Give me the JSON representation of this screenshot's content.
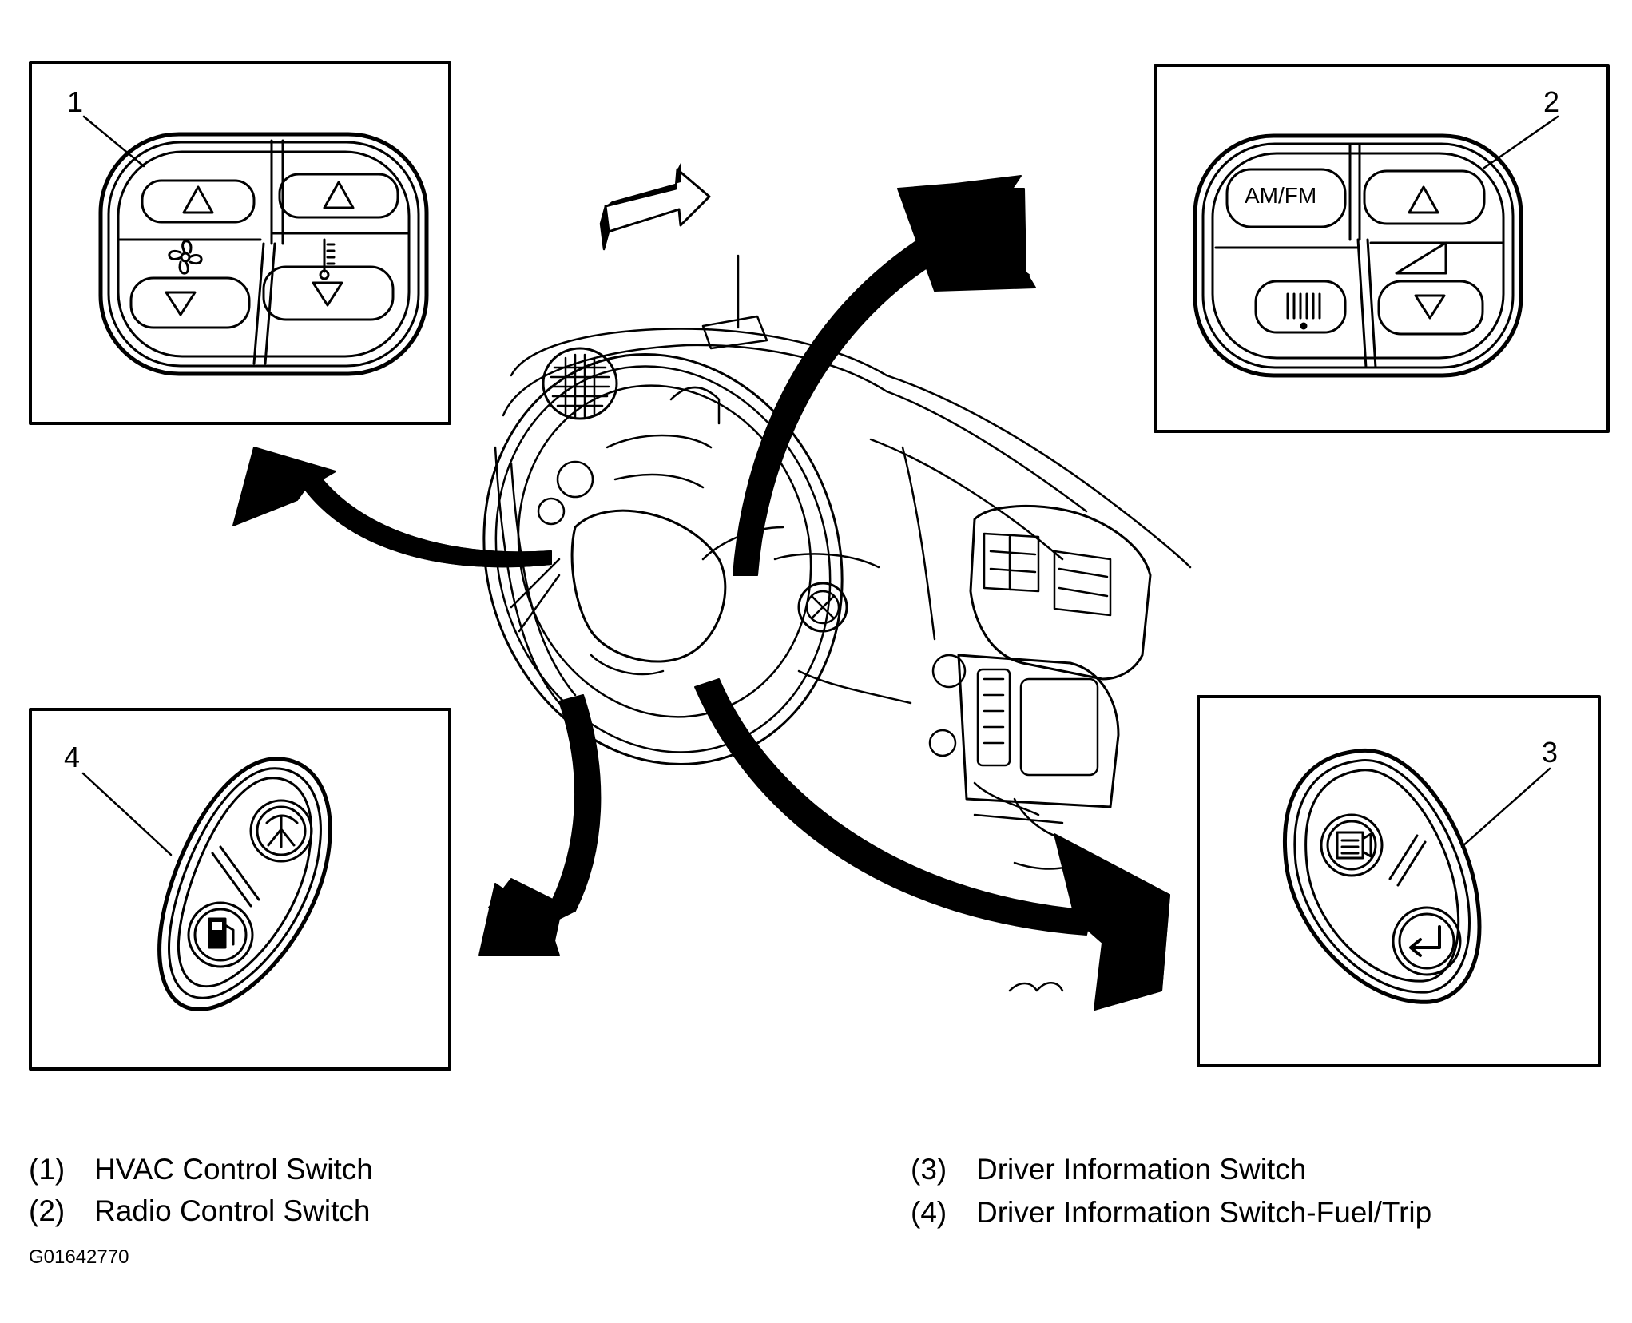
{
  "callouts": {
    "c1": "1",
    "c2": "2",
    "c3": "3",
    "c4": "4"
  },
  "radio_button_label": "AM/FM",
  "icons": {
    "panel1": [
      "up-triangle-icon",
      "up-triangle-icon",
      "fan-icon",
      "thermometer-icon",
      "down-triangle-icon",
      "down-triangle-icon"
    ],
    "panel2": [
      "up-triangle-icon",
      "volume-ramp-icon",
      "seek-icon",
      "down-triangle-icon"
    ],
    "panel3": [
      "info-display-icon",
      "enter-return-icon"
    ],
    "panel4": [
      "trip-odometer-icon",
      "fuel-pump-icon"
    ]
  },
  "legend": [
    {
      "num": "(1)",
      "label": "HVAC Control Switch"
    },
    {
      "num": "(2)",
      "label": "Radio Control Switch"
    },
    {
      "num": "(3)",
      "label": "Driver Information Switch"
    },
    {
      "num": "(4)",
      "label": "Driver Information Switch-Fuel/Trip"
    }
  ],
  "figure_id": "G01642770"
}
